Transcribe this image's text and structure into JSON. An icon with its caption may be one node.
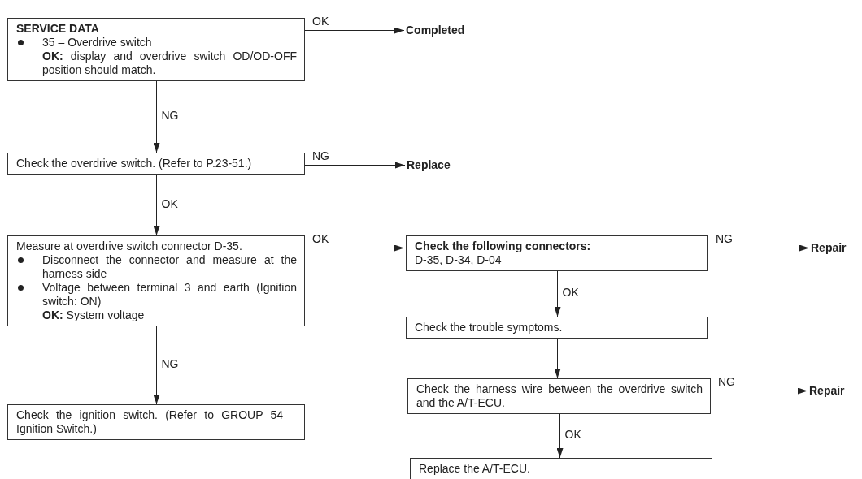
{
  "diagram": {
    "nodes": [
      {
        "text": [
          "SERVICE DATA",
          "35 – Overdrive switch",
          "**OK:** display and overdrive switch OD/OD-OFF position should match."
        ]
      },
      {
        "text": [
          "Completed"
        ]
      },
      {
        "text": [
          "Check the overdrive switch. (Refer to P.23-51.)"
        ]
      },
      {
        "text": [
          "Replace"
        ]
      },
      {
        "text": [
          "Measure at overdrive switch connector D-35.",
          "Disconnect the connector and measure at the harness side",
          "Voltage between terminal 3 and earth (Ignition switch: ON)",
          "**OK:** System voltage"
        ]
      },
      {
        "text": [
          "Check the ignition switch. (Refer to GROUP 54 – Ignition Switch.)"
        ]
      },
      {
        "text": [
          "Check the following connectors:",
          "D-35, D-34, D-04"
        ]
      },
      {
        "text": [
          "Repair"
        ]
      },
      {
        "text": [
          "Check the trouble symptoms."
        ]
      },
      {
        "text": [
          "Check the harness wire between the overdrive switch and the A/T-ECU."
        ]
      },
      {
        "text": [
          "Repair"
        ]
      },
      {
        "text": [
          "Replace the A/T-ECU."
        ]
      }
    ],
    "edges": [
      {
        "from": 0,
        "to": 1,
        "arrow": "to",
        "label": "OK"
      },
      {
        "from": 0,
        "to": 2,
        "arrow": "to",
        "label": "NG"
      },
      {
        "from": 2,
        "to": 3,
        "arrow": "to",
        "label": "NG"
      },
      {
        "from": 2,
        "to": 4,
        "arrow": "to",
        "label": "OK"
      },
      {
        "from": 4,
        "to": 6,
        "arrow": "to",
        "label": "OK"
      },
      {
        "from": 4,
        "to": 5,
        "arrow": "to",
        "label": "NG"
      },
      {
        "from": 6,
        "to": 7,
        "arrow": "to",
        "label": "NG"
      },
      {
        "from": 6,
        "to": 8,
        "arrow": "to",
        "label": "OK"
      },
      {
        "from": 8,
        "to": 9,
        "arrow": "to"
      },
      {
        "from": 9,
        "to": 10,
        "arrow": "to",
        "label": "NG"
      },
      {
        "from": 9,
        "to": 11,
        "arrow": "to",
        "label": "OK"
      }
    ]
  }
}
